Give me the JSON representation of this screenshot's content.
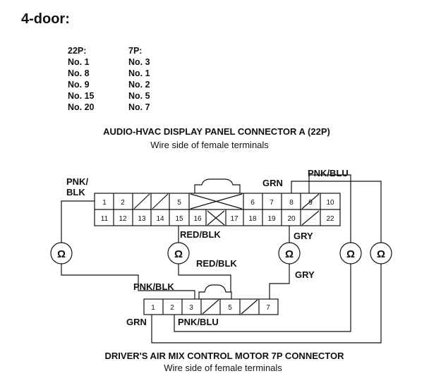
{
  "title": "4-door:",
  "pin_table": {
    "headers": [
      "22P:",
      "7P:"
    ],
    "rows": [
      [
        "No. 1",
        "No. 3"
      ],
      [
        "No. 8",
        "No. 1"
      ],
      [
        "No. 9",
        "No. 2"
      ],
      [
        "No. 15",
        "No. 5"
      ],
      [
        "No. 20",
        "No. 7"
      ]
    ]
  },
  "connector_a": {
    "name": "AUDIO-HVAC DISPLAY PANEL CONNECTOR A (22P)",
    "note": "Wire side of female terminals",
    "top_pins": [
      "1",
      "2",
      "",
      "",
      "5",
      "",
      "",
      "",
      "6",
      "7",
      "8",
      "9",
      "10"
    ],
    "bottom_pins": [
      "11",
      "12",
      "13",
      "14",
      "15",
      "16",
      "",
      "17",
      "18",
      "19",
      "20",
      "",
      "22"
    ]
  },
  "connector_b": {
    "name": "DRIVER'S AIR MIX CONTROL MOTOR 7P CONNECTOR",
    "note": "Wire side of female terminals",
    "pins": [
      "1",
      "2",
      "3",
      "",
      "5",
      "",
      "7"
    ]
  },
  "wire_labels": {
    "pnk_blk_top": "PNK/",
    "pnk_blk_bottom": "BLK",
    "grn_top": "GRN",
    "pnk_blu_top": "PNK/BLU",
    "red_blk_upper": "RED/BLK",
    "gry_upper": "GRY",
    "red_blk_lower": "RED/BLK",
    "gry_lower": "GRY",
    "pnk_blk_lower": "PNK/BLK",
    "grn_bottom": "GRN",
    "pnk_blu_bottom": "PNK/BLU"
  },
  "meter_symbol": "Ω"
}
